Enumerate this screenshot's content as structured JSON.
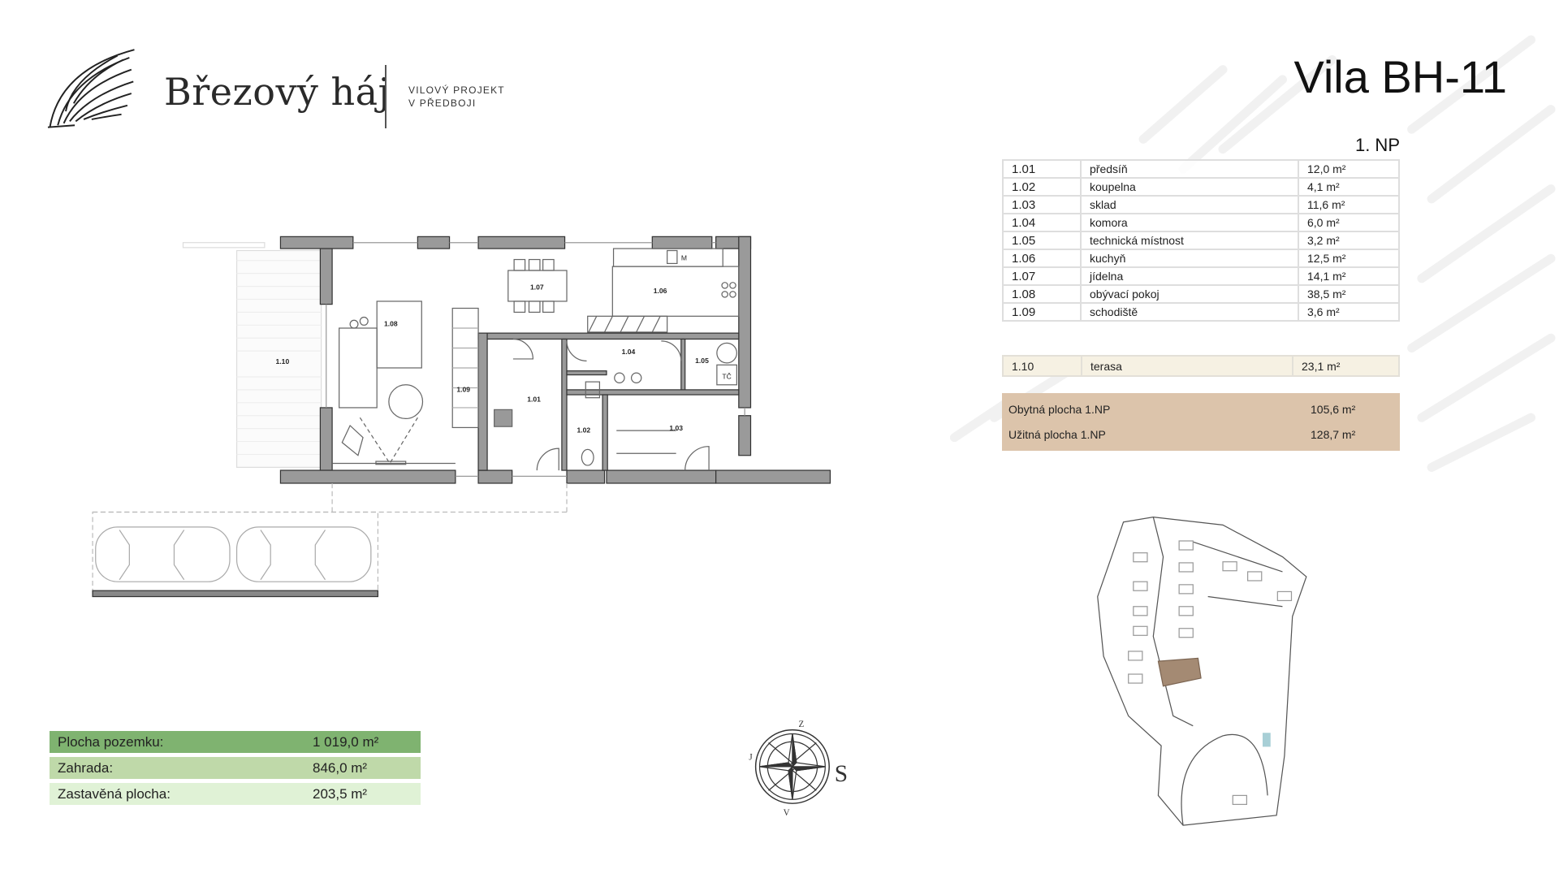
{
  "brand": {
    "name": "Březový háj",
    "tagline_line1": "VILOVÝ PROJEKT",
    "tagline_line2": "V PŘEDBOJI"
  },
  "title": "Vila BH-11",
  "floor": "1. NP",
  "rooms": [
    {
      "id": "1.01",
      "name": "předsíň",
      "area": "12,0 m²"
    },
    {
      "id": "1.02",
      "name": "koupelna",
      "area": "4,1 m²"
    },
    {
      "id": "1.03",
      "name": "sklad",
      "area": "11,6 m²"
    },
    {
      "id": "1.04",
      "name": "komora",
      "area": "6,0 m²"
    },
    {
      "id": "1.05",
      "name": "technická místnost",
      "area": "3,2 m²"
    },
    {
      "id": "1.06",
      "name": "kuchyň",
      "area": "12,5 m²"
    },
    {
      "id": "1.07",
      "name": "jídelna",
      "area": "14,1 m²"
    },
    {
      "id": "1.08",
      "name": "obývací pokoj",
      "area": "38,5 m²"
    },
    {
      "id": "1.09",
      "name": "schodiště",
      "area": "3,6 m²"
    }
  ],
  "terrace": {
    "id": "1.10",
    "name": "terasa",
    "area": "23,1 m²"
  },
  "summary": [
    {
      "label": "Obytná plocha 1.NP",
      "value": "105,6 m²"
    },
    {
      "label": "Užitná plocha 1.NP",
      "value": "128,7 m²"
    }
  ],
  "plot": [
    {
      "label": "Plocha pozemku:",
      "value": "1 019,0 m²",
      "color": "#7fb370"
    },
    {
      "label": "Zahrada:",
      "value": "846,0 m²",
      "color": "#bfd9a9"
    },
    {
      "label": "Zastavěná plocha:",
      "value": "203,5 m²",
      "color": "#e0f2d6"
    }
  ],
  "plan_labels": {
    "r101": "1.01",
    "r102": "1.02",
    "r103": "1.03",
    "r104": "1.04",
    "r105": "1.05",
    "r106": "1.06",
    "r107": "1.07",
    "r108": "1.08",
    "r109": "1.09",
    "r110": "1.10",
    "tc": "TČ",
    "m": "M"
  },
  "compass": {
    "n": "Z",
    "s": "V",
    "w": "J",
    "e": "S"
  }
}
